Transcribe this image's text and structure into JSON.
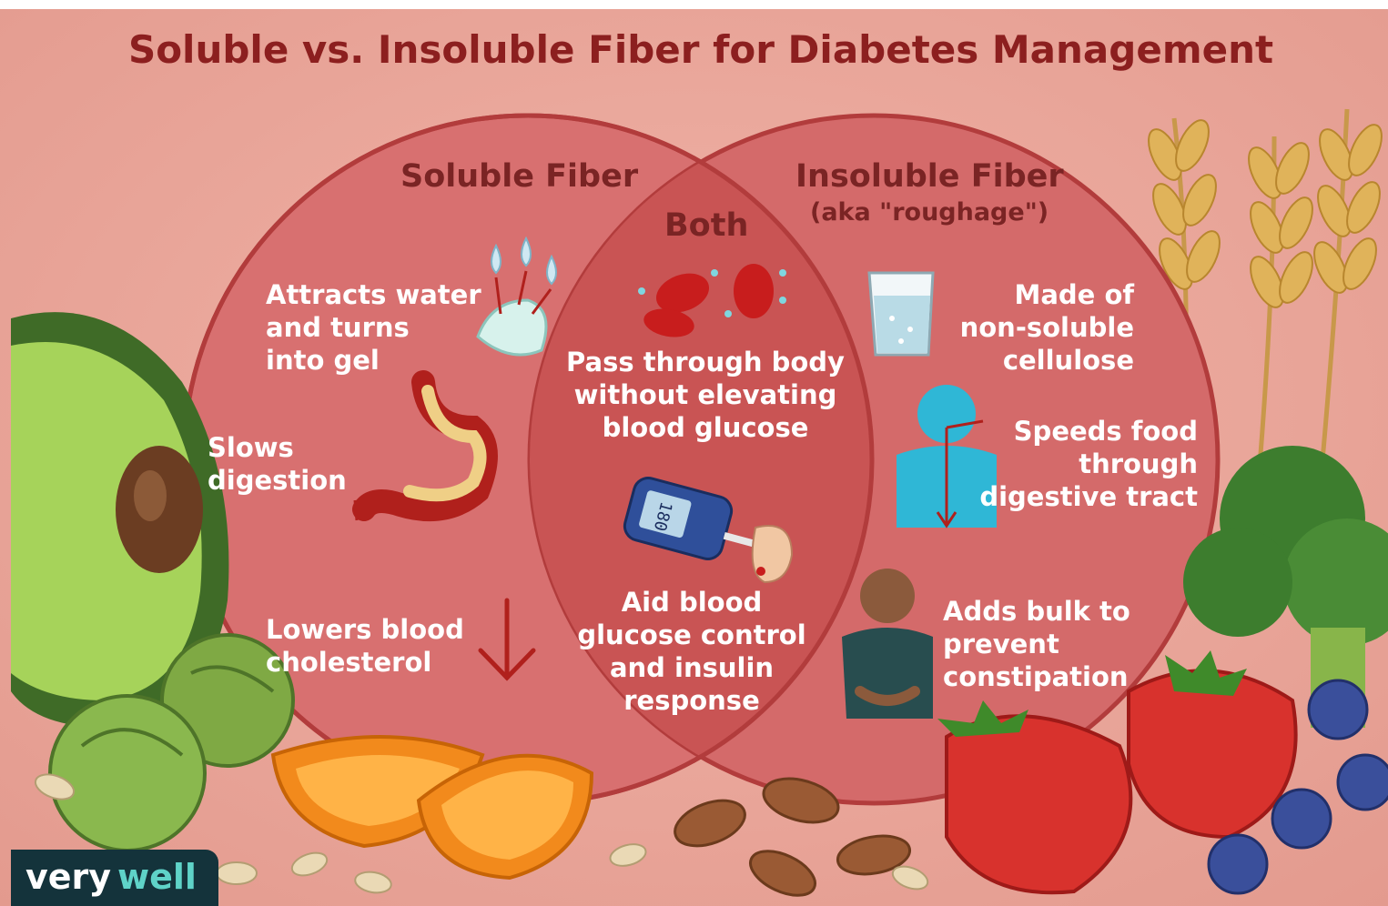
{
  "title": "Soluble vs. Insoluble Fiber for Diabetes Management",
  "soluble": {
    "heading": "Soluble Fiber",
    "points": [
      "Attracts water\nand turns\ninto gel",
      "Slows\ndigestion",
      "Lowers blood\ncholesterol"
    ]
  },
  "both": {
    "heading": "Both",
    "points": [
      "Pass through body\nwithout elevating\nblood glucose",
      "Aid blood\nglucose control\nand insulin\nresponse"
    ]
  },
  "insoluble": {
    "heading": "Insoluble Fiber",
    "subheading": "(aka \"roughage\")",
    "points": [
      "Made of\nnon-soluble\ncellulose",
      "Speeds food\nthrough\ndigestive tract",
      "Adds bulk to\nprevent\nconstipation"
    ]
  },
  "glucometer_reading": "180",
  "brand": {
    "part1": "very",
    "part2": "well"
  },
  "colors": {
    "background": "#e9a59a",
    "title": "#8c1f1f",
    "circle": "#d76666",
    "circle_stroke": "#b23c3c",
    "overlap": "#cf5a5a",
    "heading": "#7a2424",
    "brand_bg": "#14333b",
    "brand_accent": "#5fd3c8"
  },
  "icons": {
    "water_drops": "water-drop-icon",
    "gel": "gel-icon",
    "stomach": "stomach-icon",
    "down_arrow": "down-arrow-icon",
    "blood_cells": "blood-cells-icon",
    "glucometer": "glucometer-icon",
    "water_glass": "water-glass-icon",
    "digestive_body": "digestive-tract-icon",
    "person": "person-stomach-icon"
  }
}
